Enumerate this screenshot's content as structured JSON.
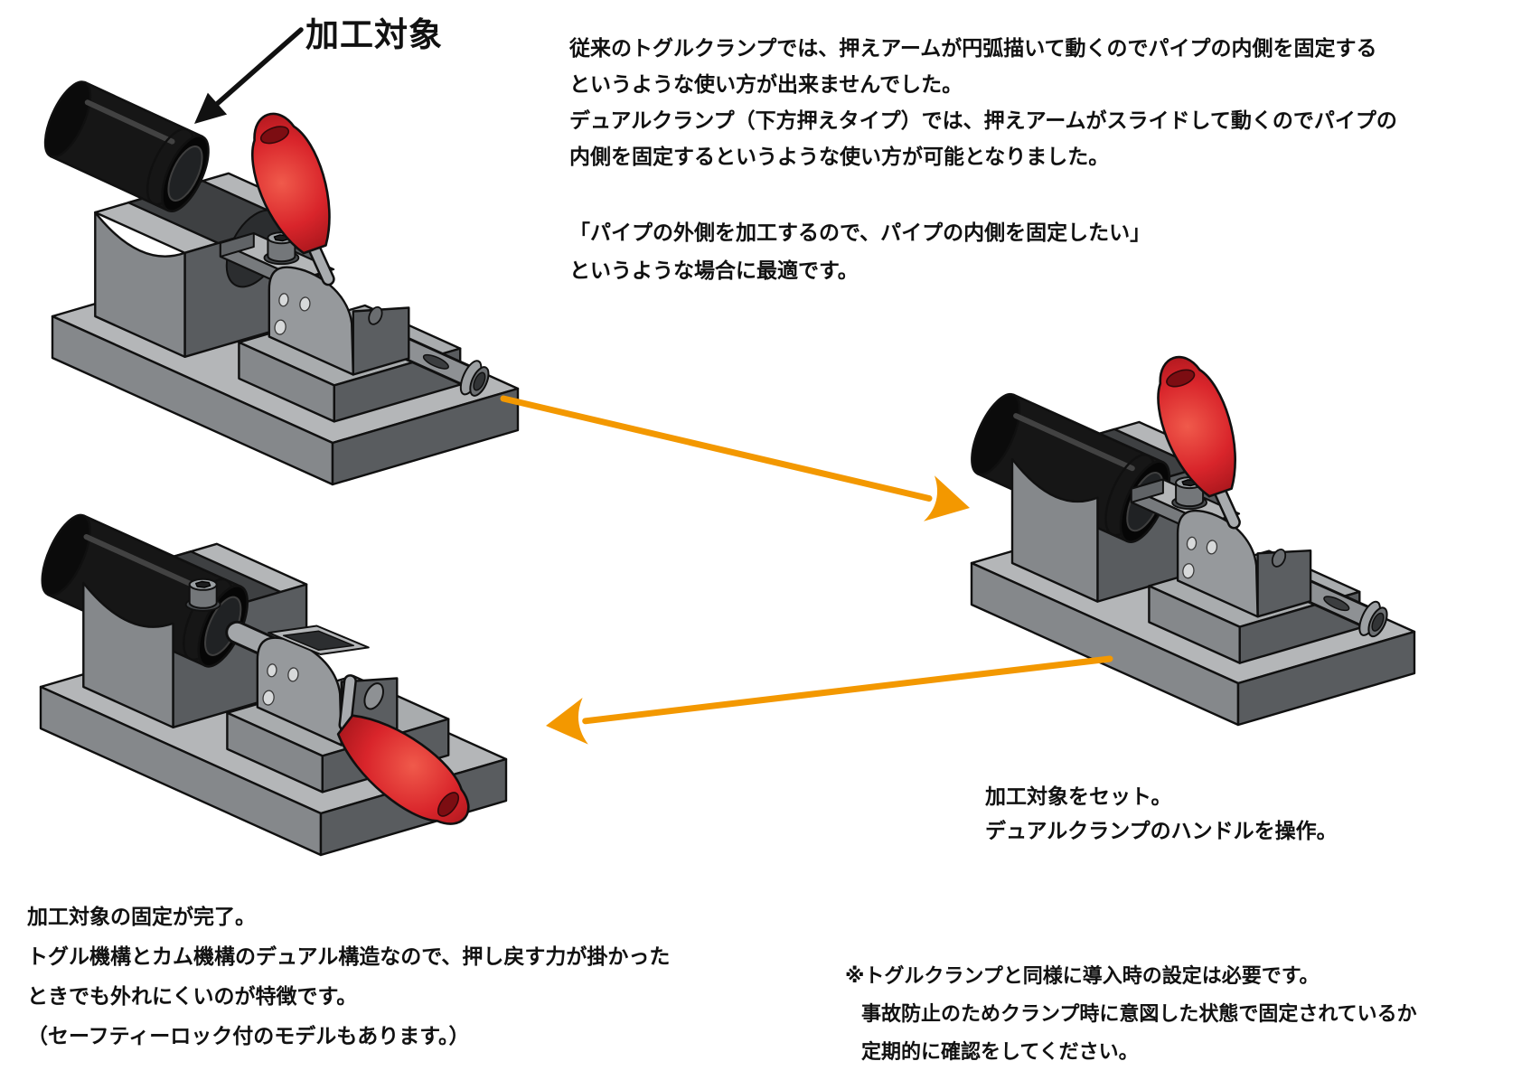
{
  "annotation": {
    "label": "加工対象"
  },
  "intro_lines": [
    "従来のトグルクランプでは、押えアームが円弧描いて動くのでパイプの内側を固定する",
    "というような使い方が出来ませんでした。",
    "デュアルクランプ（下方押えタイプ）では、押えアームがスライドして動くのでパイプの",
    "内側を固定するというような使い方が可能となりました。"
  ],
  "usecase_lines": [
    "「パイプの外側を加工するので、パイプの内側を固定したい」",
    "というような場合に最適です。"
  ],
  "step2_caption_lines": [
    "加工対象をセット。",
    "デュアルクランプのハンドルを操作。"
  ],
  "step3_caption_lines": [
    "加工対象の固定が完了。",
    "トグル機構とカム機構のデュアル構造なので、押し戻す力が掛かった",
    "ときでも外れにくいのが特徴です。",
    "（セーフティーロック付のモデルもあります。）"
  ],
  "note_lines": [
    "※トグルクランプと同様に導入時の設定は必要です。",
    "事故防止のためクランプ時に意図した状態で固定されているか",
    "定期的に確認をしてください。"
  ],
  "colors": {
    "arrow_orange": "#F39800",
    "annotation_black": "#111111",
    "handle_red": "#D9252B",
    "handle_red_bright": "#F05A4B",
    "handle_red_dark": "#8A0D13",
    "pipe_black": "#161616",
    "metal_top": "#b4b6b8",
    "metal_mid": "#85888b",
    "metal_dark": "#595c5f",
    "outline": "#101010",
    "text_black": "#111111"
  }
}
